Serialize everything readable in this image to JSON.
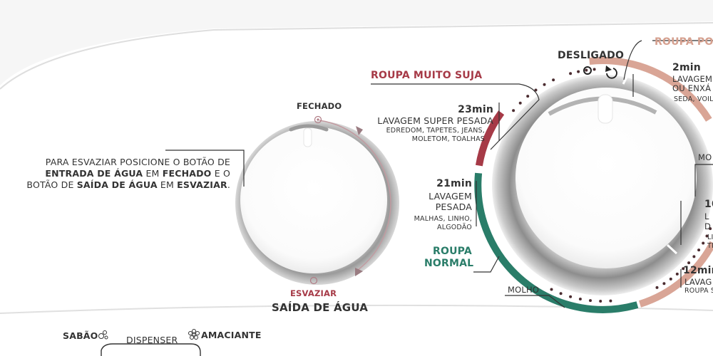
{
  "colors": {
    "heavy": "#a63a47",
    "normal": "#2a7d69",
    "light": "#d9a596",
    "dot": "#4b2c30",
    "outline": "#333333"
  },
  "drain": {
    "instruction_1": "PARA ESVAZIAR POSICIONE O BOTÃO DE",
    "instruction_2a": "ENTRADA DE ÁGUA",
    "instruction_2b": " EM ",
    "instruction_2c": "FECHADO",
    "instruction_2d": " E O",
    "instruction_3a": "BOTÃO DE ",
    "instruction_3b": "SAÍDA DE ÁGUA",
    "instruction_3c": " EM ",
    "instruction_3d": "ESVAZIAR",
    "instruction_3e": ".",
    "fechado": "FECHADO",
    "esvaziar": "ESVAZIAR",
    "saida": "SAÍDA DE ÁGUA"
  },
  "program": {
    "desligado": "DESLIGADO",
    "muito_suja": "ROUPA MUITO SUJA",
    "normal_1": "ROUPA",
    "normal_2": "NORMAL",
    "pouco_suja": "ROUPA POUCO SUJA",
    "molho": "MOLHO",
    "cycles": [
      {
        "time": "23min",
        "name": "LAVAGEM SUPER PESADA",
        "detail_1": "EDREDOM, TAPETES, JEANS,",
        "detail_2": "MOLETOM, TOALHAS"
      },
      {
        "time": "21min",
        "name_1": "LAVAGEM",
        "name_2": "PESADA",
        "detail_1": "MALHAS, LINHO,",
        "detail_2": "ALGODÃO"
      },
      {
        "time": "2min",
        "name_1": "LAVAGEM",
        "name_2": "OU ENXÁ",
        "detail_1": "SEDA, VOIL,"
      },
      {
        "time": "12min",
        "name": "LAVAG",
        "detail": "ROUPA S"
      }
    ],
    "right_cut": {
      "mo": "MO",
      "l": "L",
      "d": "D",
      "ten": "10",
      "li": "LI",
      "ti": "TI"
    }
  },
  "dispenser": {
    "sabao": "SABÃO",
    "dispenser": "DISPENSER",
    "amaciante": "AMACIANTE"
  }
}
